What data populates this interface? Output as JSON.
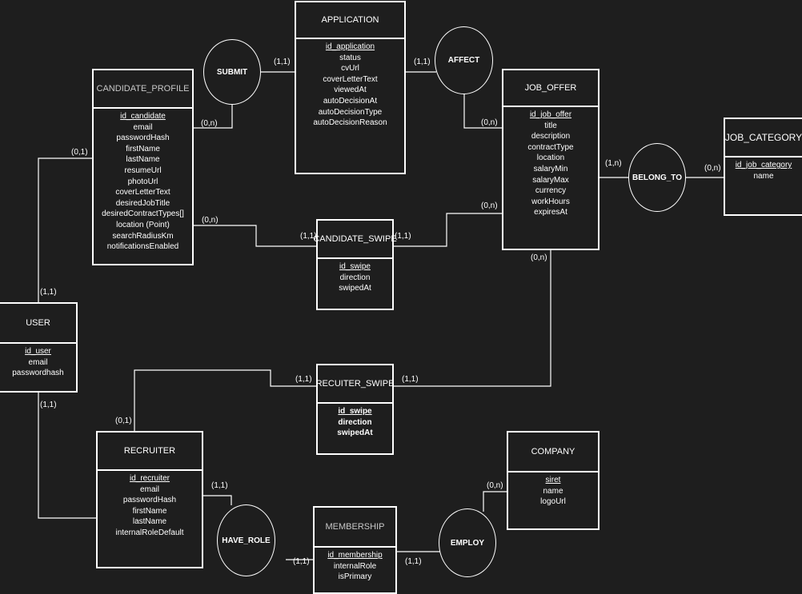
{
  "entities": {
    "application": {
      "title": "APPLICATION",
      "attributes": [
        {
          "name": "id_application",
          "pk": true
        },
        {
          "name": "status"
        },
        {
          "name": "cvUrl"
        },
        {
          "name": "coverLetterText"
        },
        {
          "name": "viewedAt"
        },
        {
          "name": "autoDecisionAt"
        },
        {
          "name": "autoDecisionType"
        },
        {
          "name": "autoDecisionReason"
        }
      ]
    },
    "candidate_profile": {
      "title": "CANDIDATE_PROFILE",
      "attributes": [
        {
          "name": "id_candidate",
          "pk": true
        },
        {
          "name": "email"
        },
        {
          "name": "passwordHash"
        },
        {
          "name": "firstName"
        },
        {
          "name": "lastName"
        },
        {
          "name": "resumeUrl"
        },
        {
          "name": "photoUrl"
        },
        {
          "name": "coverLetterText"
        },
        {
          "name": "desiredJobTitle"
        },
        {
          "name": "desiredContractTypes[]"
        },
        {
          "name": "location (Point)"
        },
        {
          "name": "searchRadiusKm"
        },
        {
          "name": "notificationsEnabled"
        }
      ]
    },
    "job_offer": {
      "title": "JOB_OFFER",
      "attributes": [
        {
          "name": "id_job_offer",
          "pk": true
        },
        {
          "name": "title"
        },
        {
          "name": "description"
        },
        {
          "name": "contractType"
        },
        {
          "name": "location"
        },
        {
          "name": "salaryMin"
        },
        {
          "name": "salaryMax"
        },
        {
          "name": "currency"
        },
        {
          "name": "workHours"
        },
        {
          "name": "expiresAt"
        }
      ]
    },
    "job_category": {
      "title": "JOB_CATEGORY",
      "attributes": [
        {
          "name": "id_job_category",
          "pk": true
        },
        {
          "name": "name"
        }
      ]
    },
    "candidate_swipe": {
      "title": "CANDIDATE_SWIPE",
      "attributes": [
        {
          "name": "id_swipe",
          "pk": true
        },
        {
          "name": "direction"
        },
        {
          "name": "swipedAt"
        }
      ]
    },
    "user": {
      "title": "USER",
      "attributes": [
        {
          "name": "id_user",
          "pk": true
        },
        {
          "name": "email"
        },
        {
          "name": "passwordhash"
        }
      ]
    },
    "recuiter_swipe": {
      "title": "RECUITER_SWIPE",
      "attributes": [
        {
          "name": "id_swipe",
          "pk": true
        },
        {
          "name": "direction"
        },
        {
          "name": "swipedAt"
        }
      ]
    },
    "recruiter": {
      "title": "RECRUITER",
      "attributes": [
        {
          "name": "id_recruiter",
          "pk": true
        },
        {
          "name": "email"
        },
        {
          "name": "passwordHash"
        },
        {
          "name": "firstName"
        },
        {
          "name": "lastName"
        },
        {
          "name": "internalRoleDefault"
        }
      ]
    },
    "company": {
      "title": "COMPANY",
      "attributes": [
        {
          "name": "siret",
          "pk": true
        },
        {
          "name": "name"
        },
        {
          "name": "logoUrl"
        }
      ]
    },
    "membership": {
      "title": "MEMBERSHIP",
      "attributes": [
        {
          "name": "id_membership",
          "pk": true
        },
        {
          "name": "internalRole"
        },
        {
          "name": "isPrimary"
        }
      ]
    }
  },
  "relationships": {
    "submit": "SUBMIT",
    "affect": "AFFECT",
    "belong_to": "BELONG_TO",
    "have_role": "HAVE_ROLE",
    "employ": "EMPLOY"
  },
  "cardinalities": {
    "submit_application": "(1,1)",
    "submit_candidate": "(0,n)",
    "affect_application": "(1,1)",
    "affect_job_offer": "(0,n)",
    "belong_to_job_offer": "(1,n)",
    "belong_to_category": "(0,n)",
    "user_candidate_top": "(0,1)",
    "user_candidate_bottom": "(1,1)",
    "cswipe_candidate": "(0,n)",
    "cswipe_left": "(1,1)",
    "cswipe_right": "(1,1)",
    "cswipe_job_offer": "(0,n)",
    "job_offer_rswipe": "(0,n)",
    "user_recruiter": "(1,1)",
    "rswipe_left": "(1,1)",
    "rswipe_right": "(1,1)",
    "recruiter_rswipe": "(0,1)",
    "have_role_recruiter": "(1,1)",
    "have_role_membership": "(1,1)",
    "employ_membership": "(1,1)",
    "employ_company": "(0,n)"
  },
  "colors": {
    "background": "#1e1e1e",
    "stroke": "#ffffff",
    "accent": "#2aa1a8"
  }
}
